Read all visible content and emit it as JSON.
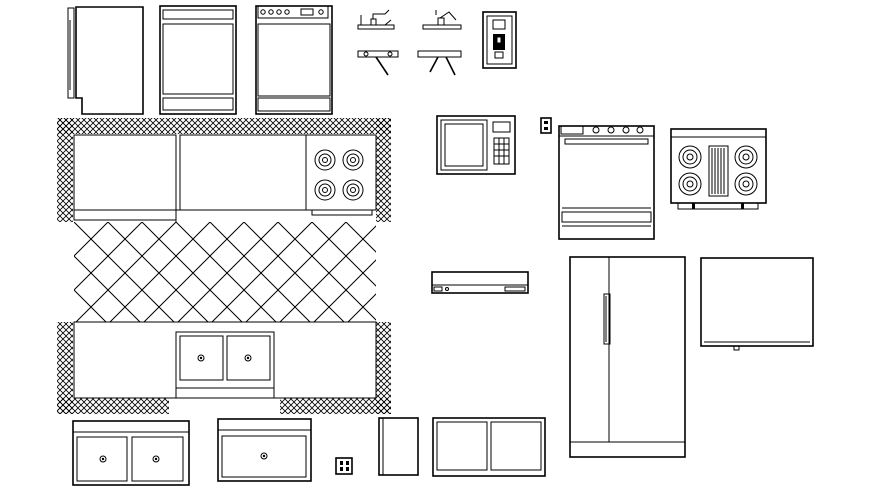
{
  "drawing": {
    "background": "#ffffff",
    "line_color": "#000000",
    "symbols": [
      "refrigerator-side",
      "dishwasher",
      "range",
      "faucet",
      "water-dispenser",
      "kitchen-plan",
      "microwave",
      "outlet",
      "wall-oven",
      "cooktop",
      "range-hood",
      "side-by-side-refrigerator",
      "refrigerator-top",
      "double-sink",
      "single-sink",
      "switch-plate",
      "trash-compactor"
    ]
  }
}
